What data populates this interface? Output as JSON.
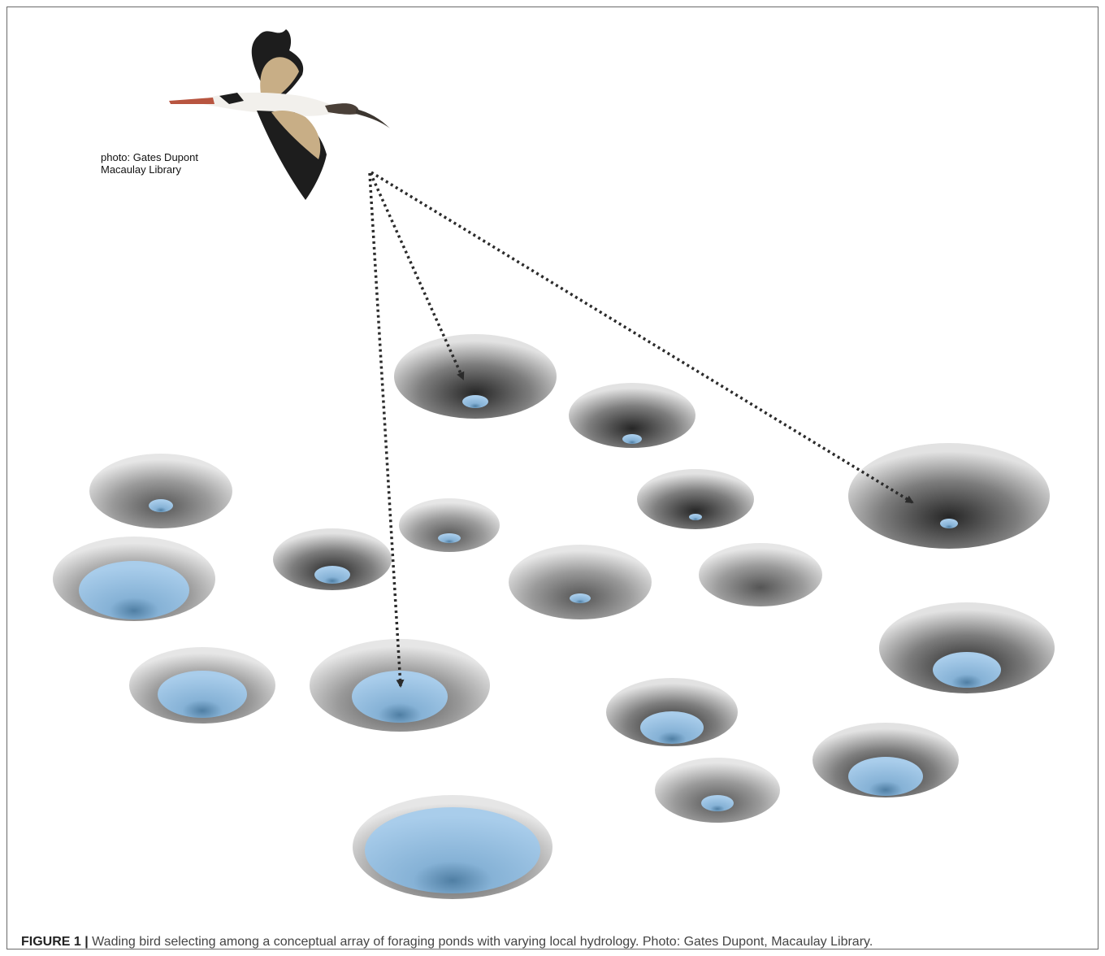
{
  "figure": {
    "label": "FIGURE 1 |",
    "caption": " Wading bird selecting among a conceptual array of foraging ponds with varying local hydrology. Photo: Gates Dupont, Macaulay Library."
  },
  "photo_credit": {
    "line1": "photo: Gates Dupont",
    "line2": "Macaulay Library"
  },
  "colors": {
    "pond_rim": "#d9d9d9",
    "pond_center": "#3a3a3a",
    "water": "#9cc3e3"
  }
}
